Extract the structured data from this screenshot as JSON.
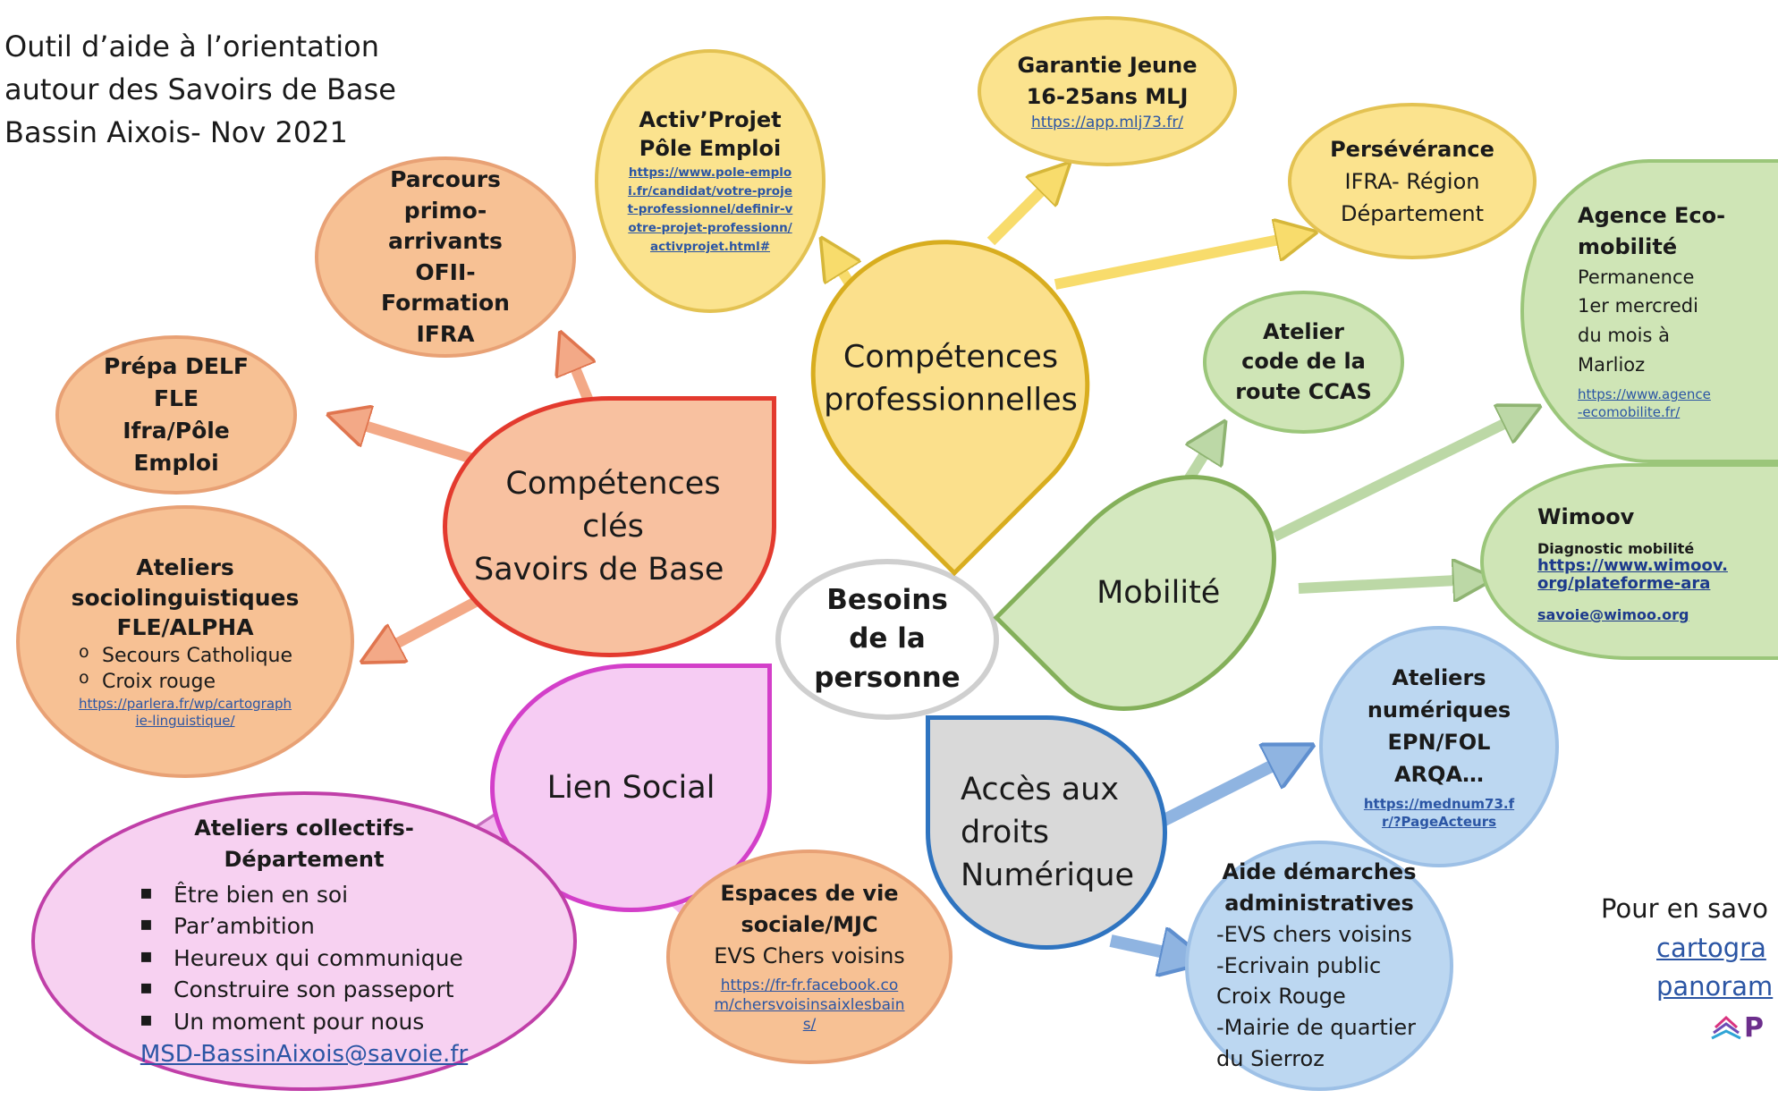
{
  "intro": {
    "line1": "Outil d’aide à l’orientation",
    "line2": "autour des Savoirs de Base",
    "line3": "Bassin Aixois- Nov 2021"
  },
  "center": {
    "l1": "Besoins",
    "l2": "de la",
    "l3": "personne"
  },
  "themes": {
    "cles": {
      "l1": "Compétences clés",
      "l2": "Savoirs de Base"
    },
    "pro": {
      "l1": "Compétences",
      "l2": "professionnelles"
    },
    "mobilite": {
      "l1": "Mobilité"
    },
    "social": {
      "l1": "Lien Social"
    },
    "droits": {
      "l1": "Accès aux",
      "l2": "droits",
      "l3": "Numérique"
    }
  },
  "nodes": {
    "parcours": {
      "l1": "Parcours",
      "l2": "primo-",
      "l3": "arrivants",
      "l4": "OFII-",
      "l5": "Formation",
      "l6": "IFRA"
    },
    "delf": {
      "l1": "Prépa DELF",
      "l2": "FLE",
      "l3": "Ifra/Pôle",
      "l4": "Emploi"
    },
    "socio": {
      "t1": "Ateliers",
      "t2": "sociolinguistiques",
      "t3": "FLE/ALPHA",
      "items": [
        "Secours Catholique",
        "Croix rouge"
      ],
      "link": "https://parlera.fr/wp/cartographie-linguistique/"
    },
    "activ": {
      "t1": "Activ’Projet",
      "t2": "Pôle Emploi",
      "link": "https://www.pole-emploi.fr/candidat/votre-projet-professionnel/definir-votre-projet-professionn/activprojet.html#"
    },
    "garantie": {
      "t1": "Garantie Jeune",
      "t2": "16-25ans MLJ",
      "link": "https://app.mlj73.fr/"
    },
    "perseverance": {
      "t1": "Persévérance",
      "l2": "IFRA- Région",
      "l3": "Département"
    },
    "eco": {
      "t1": "Agence Eco-",
      "t2": "mobilité",
      "l1": "Permanence",
      "l2": "1er mercredi",
      "l3": "du mois à",
      "l4": "Marlioz",
      "link": "https://www.agence-ecomobilite.fr/"
    },
    "atelier_code": {
      "l1": "Atelier",
      "l2": "code de la",
      "l3": "route CCAS"
    },
    "wimoov": {
      "t1": "Wimoov",
      "sub": "Diagnostic mobilité",
      "link1": "https://www.wimoov.org/plateforme-ara",
      "link2": "savoie@wimoo.org"
    },
    "numeriques": {
      "l1": "Ateliers",
      "l2": "numériques",
      "l3": "EPN/FOL",
      "l4": "ARQA…",
      "link": "https://mednum73.fr/?PageActeurs"
    },
    "aide": {
      "t1": "Aide démarches",
      "t2": "administratives",
      "lines": [
        "-EVS chers voisins",
        "-Ecrivain public",
        "Croix Rouge",
        "-Mairie de quartier",
        "du Sierroz"
      ]
    },
    "espaces": {
      "t1": "Espaces de vie",
      "t2": "sociale/MJC",
      "l3": "EVS Chers voisins",
      "link": "https://fr-fr.facebook.com/chersvoisinsaixlesbains/"
    },
    "collectifs": {
      "t1": "Ateliers collectifs-",
      "t2": "Département",
      "items": [
        "Être bien en soi",
        "Par’ambition",
        "Heureux qui communique",
        "Construire son passeport",
        "Un moment pour nous"
      ],
      "email": "MSD-BassinAixois@savoie.fr"
    }
  },
  "more": {
    "l1": "Pour en savo",
    "l2": "cartogra",
    "l3": "panoram",
    "logo_letter": "P"
  },
  "colors": {
    "orange_arrow": "#f3a987",
    "yellow_arrow": "#f8dc6c",
    "green_arrow": "#bcd8a6",
    "blue_arrow": "#8fb4e1",
    "pink_arrow": "#f3b9ee",
    "link": "#2b55a4"
  }
}
